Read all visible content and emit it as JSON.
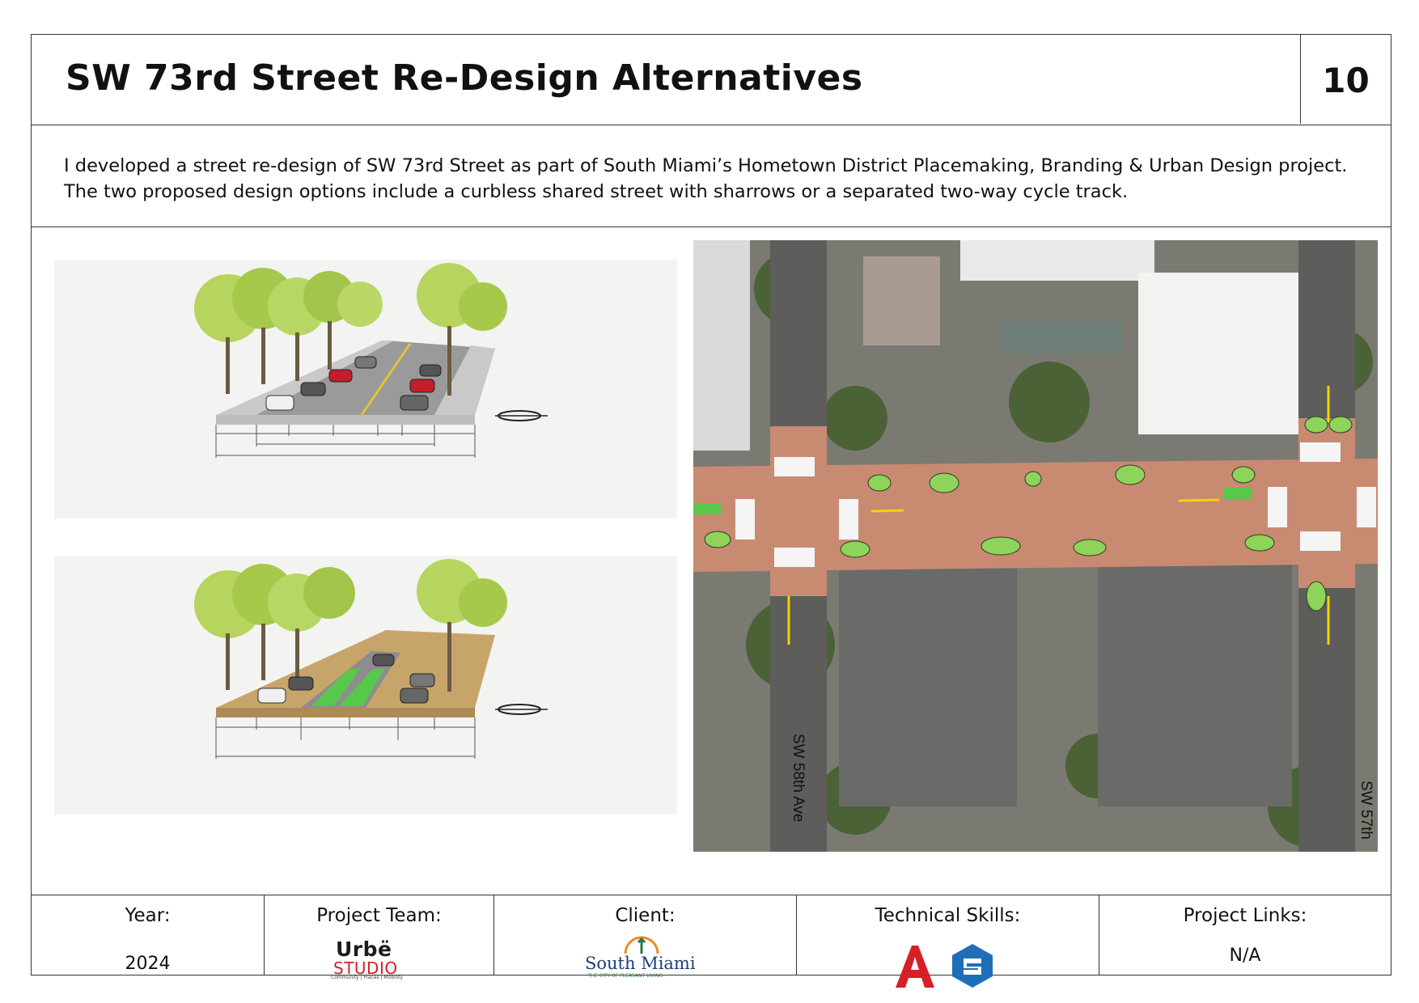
{
  "header": {
    "title": "SW 73rd Street Re-Design Alternatives",
    "page_number": "10"
  },
  "description": "I developed a street re-design of SW 73rd Street as part of South Miami’s Hometown District Placemaking, Branding & Urban Design project. The two proposed design options include a curbless shared street with sharrows or a separated two-way cycle track.",
  "map": {
    "street_label_left": "SW 58th Ave",
    "street_label_right": "SW 57th"
  },
  "footer": {
    "year_label": "Year:",
    "year_value": "2024",
    "team_label": "Project Team:",
    "team_logo": {
      "name": "Urbë",
      "sub": "STUDIO",
      "tagline": "Community | Places | Mobility"
    },
    "client_label": "Client:",
    "client_logo": {
      "name": "South Miami",
      "tagline": "THE CITY OF PLEASANT LIVING"
    },
    "skills_label": "Technical Skills:",
    "skills_icons": [
      "autocad-icon",
      "streetmix-icon"
    ],
    "links_label": "Project Links:",
    "links_value": "N/A"
  },
  "colors": {
    "border": "#333333",
    "plaza": "#c98a72",
    "tree": "#a9c94e",
    "autocad": "#d71f26",
    "streetmix": "#1f6fb8",
    "bike_green": "#58c84a"
  }
}
